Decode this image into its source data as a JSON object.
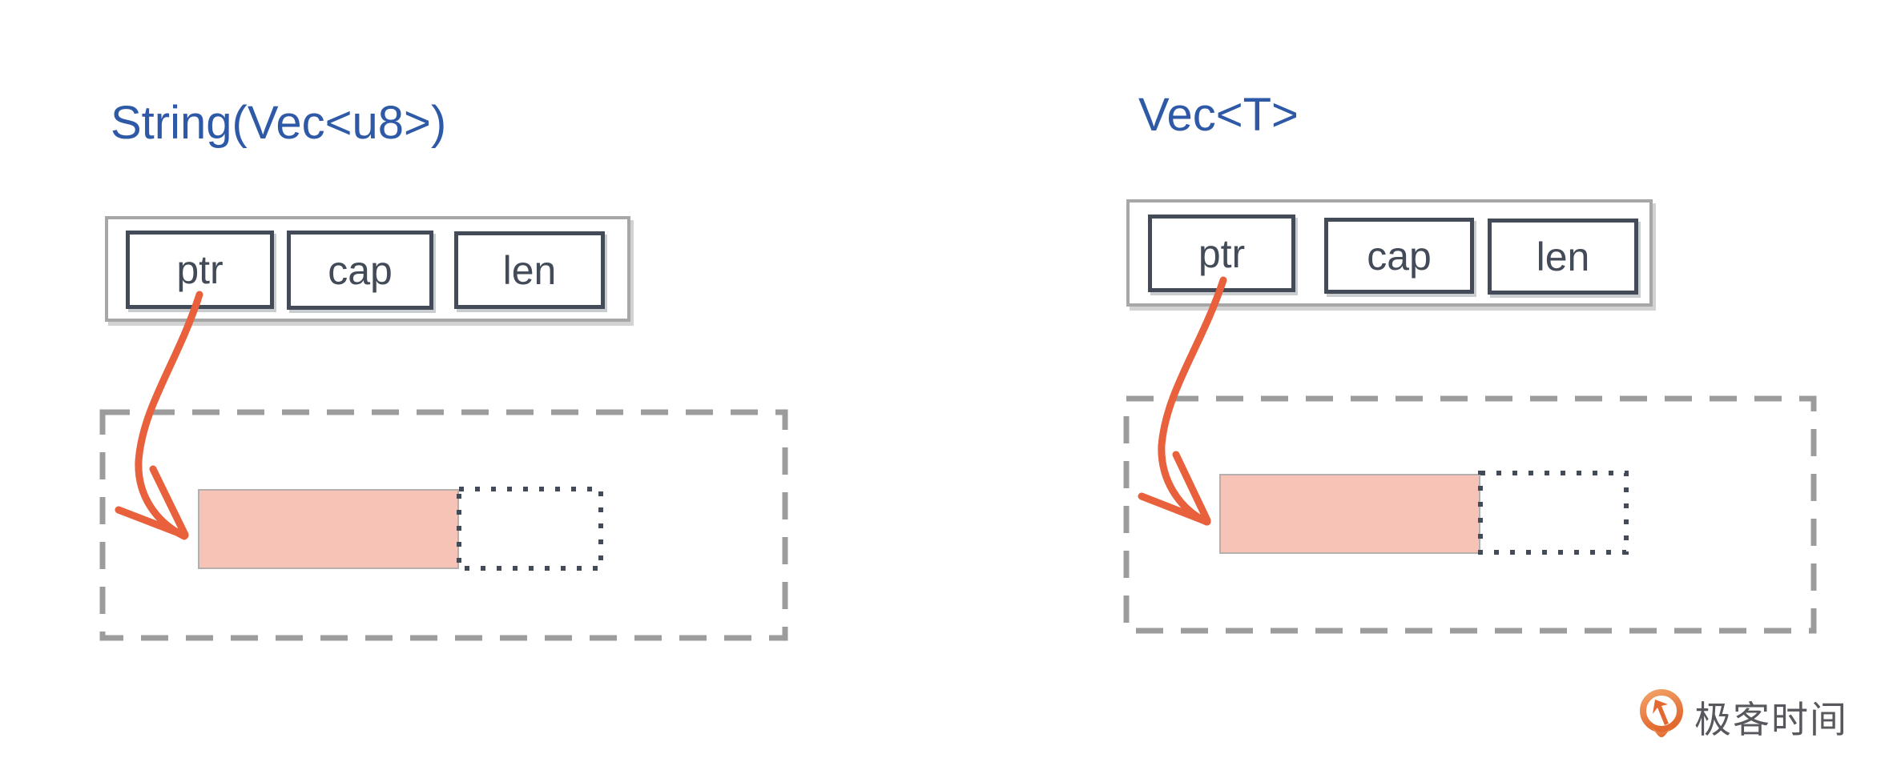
{
  "panels": [
    {
      "id": "string-vec-u8",
      "title": "String(Vec<u8>)",
      "fields": [
        "ptr",
        "cap",
        "len"
      ]
    },
    {
      "id": "vec-t",
      "title": "Vec<T>",
      "fields": [
        "ptr",
        "cap",
        "len"
      ]
    }
  ],
  "logo": {
    "brand": "极客时间"
  },
  "colors": {
    "title_blue": "#2e59a7",
    "field_dark": "#424b57",
    "frame_gray": "#a7a7a7",
    "dash_gray": "#9c9c9c",
    "heap_fill": "#f7c3b6",
    "heap_border": "#b5b0ae",
    "arrow_orange": "#e8603c",
    "logo_orange": "#e2692f",
    "logo_orange_light": "#f2a268",
    "logo_text": "#56585d"
  }
}
